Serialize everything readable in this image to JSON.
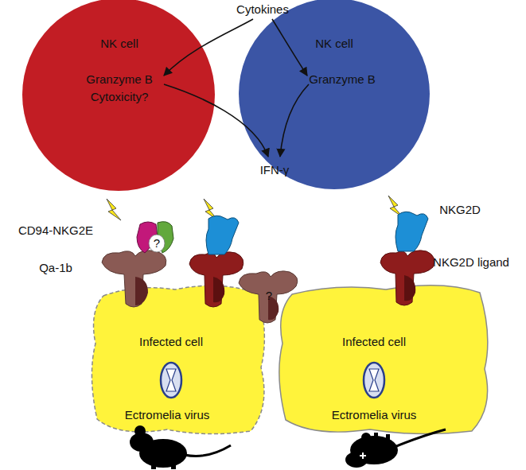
{
  "diagram": {
    "nodes": [
      {
        "text": [
          "NK cell",
          "Granzyme B",
          "Cytoxicity?"
        ]
      },
      {
        "text": [
          "NK cell",
          "Granzyme B"
        ]
      },
      {
        "text": [
          "Infected cell",
          "Ectromelia virus"
        ]
      },
      {
        "text": [
          "Infected cell",
          "Ectromelia virus"
        ]
      }
    ],
    "labels": [
      "Cytokines",
      "IFN-γ",
      "CD94-NKG2E",
      "Qa-1b",
      "?",
      "?",
      "NKG2D",
      "NKG2D ligand"
    ]
  }
}
